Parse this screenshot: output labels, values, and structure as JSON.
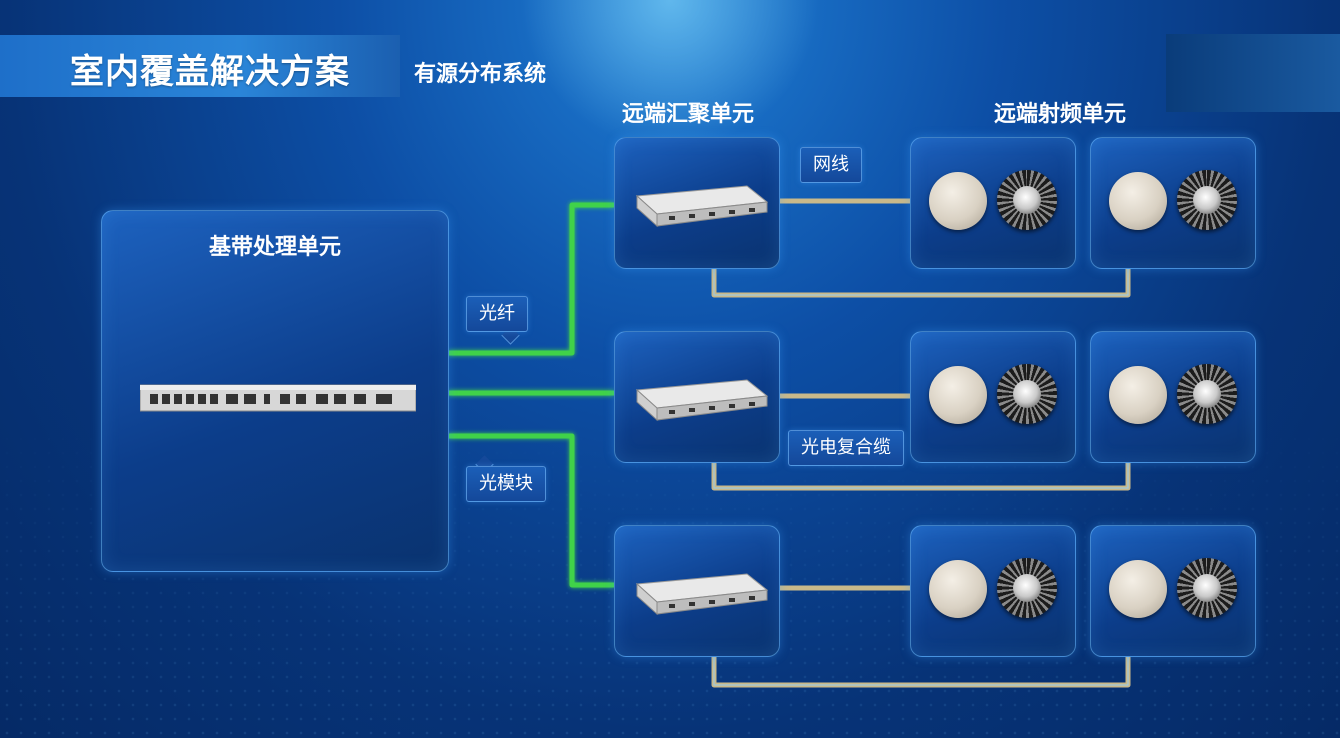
{
  "header": {
    "title": "室内覆盖解决方案",
    "subtitle": "有源分布系统"
  },
  "columns": {
    "hub": "远端汇聚单元",
    "rru": "远端射频单元"
  },
  "bbu": {
    "label": "基带处理单元"
  },
  "labels": {
    "fiber": "光纤",
    "ethernet": "网线",
    "optical_module": "光模块",
    "composite_cable": "光电复合缆"
  },
  "colors": {
    "fiber": "#3fd24a",
    "cable": "#c9b98a",
    "panel_border": "#6ebeff"
  }
}
